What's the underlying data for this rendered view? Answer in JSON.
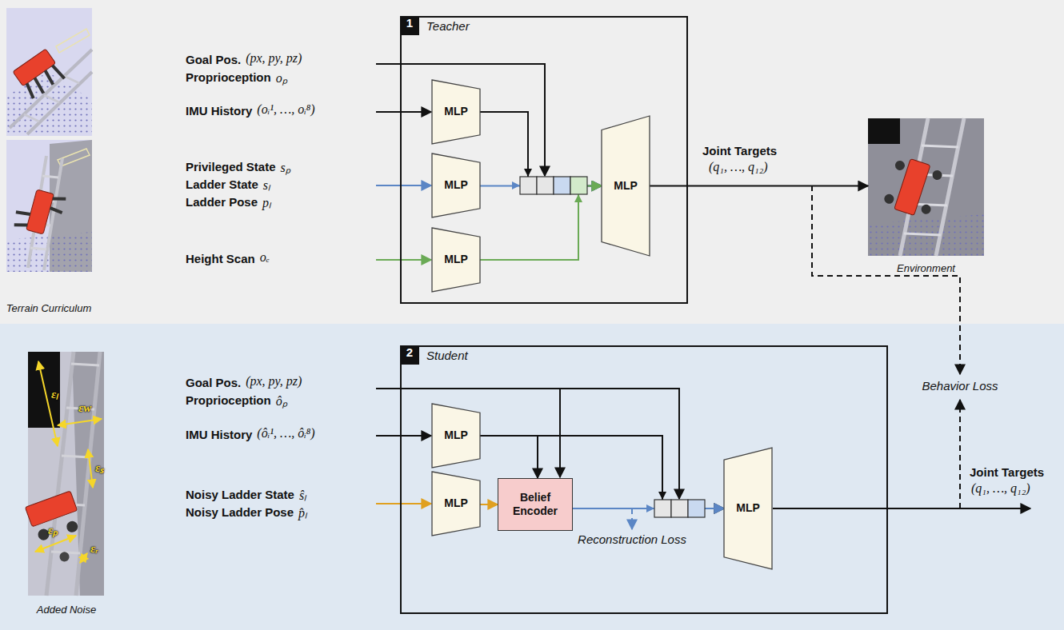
{
  "diagram": {
    "nodes": [
      {
        "text": [
          "1",
          "Teacher"
        ]
      },
      {
        "text": [
          "MLP"
        ],
        "in": 0
      },
      {
        "text": [
          "MLP"
        ],
        "in": 0
      },
      {
        "text": [
          "MLP"
        ],
        "in": 0
      },
      {
        "text": [
          "MLP"
        ],
        "in": 0
      },
      {
        "text": [
          "Environment"
        ]
      },
      {
        "text": [
          "2",
          "Student"
        ]
      },
      {
        "text": [
          "MLP"
        ],
        "in": 6
      },
      {
        "text": [
          "MLP"
        ],
        "in": 6
      },
      {
        "text": [
          "Belief Encoder"
        ],
        "in": 6
      },
      {
        "text": [
          "MLP"
        ],
        "in": 6
      }
    ],
    "edges": [
      {
        "from": 1,
        "to": 4,
        "arrow": "to"
      },
      {
        "from": 2,
        "to": 4,
        "arrow": "to"
      },
      {
        "from": 3,
        "to": 4,
        "arrow": "to"
      },
      {
        "from": 4,
        "to": 5,
        "arrow": "to"
      },
      {
        "from": 7,
        "to": 9,
        "arrow": "to"
      },
      {
        "from": 7,
        "to": 10,
        "arrow": "to"
      },
      {
        "from": 8,
        "to": 9,
        "arrow": "to"
      },
      {
        "from": 9,
        "to": 10,
        "arrow": "to"
      }
    ],
    "labels": [
      "Goal Pos.",
      "(px, py, pz)",
      "Proprioception",
      "oₚ",
      "IMU History",
      "(oᵢ¹, …, oᵢ⁸)",
      "Privileged State",
      "sₚ",
      "Ladder State",
      "sₗ",
      "Ladder Pose",
      "pₗ",
      "Height Scan",
      "oₑ",
      "Terrain Curriculum",
      "Joint Targets",
      "(q₁, …, q₁₂)",
      "Goal Pos.",
      "(px, py, pz)",
      "Proprioception",
      "ôₚ",
      "IMU History",
      "(ôᵢ¹, …, ôᵢ⁸)",
      "Noisy Ladder State",
      "ŝₗ",
      "Noisy Ladder Pose",
      "p̂ₗ",
      "Added Noise",
      "εₗ",
      "εw",
      "εₛ",
      "εₚ",
      "εᵣ",
      "Reconstruction Loss",
      "Behavior Loss",
      "Joint Targets",
      "(q₁, …, q₁₂)"
    ]
  }
}
